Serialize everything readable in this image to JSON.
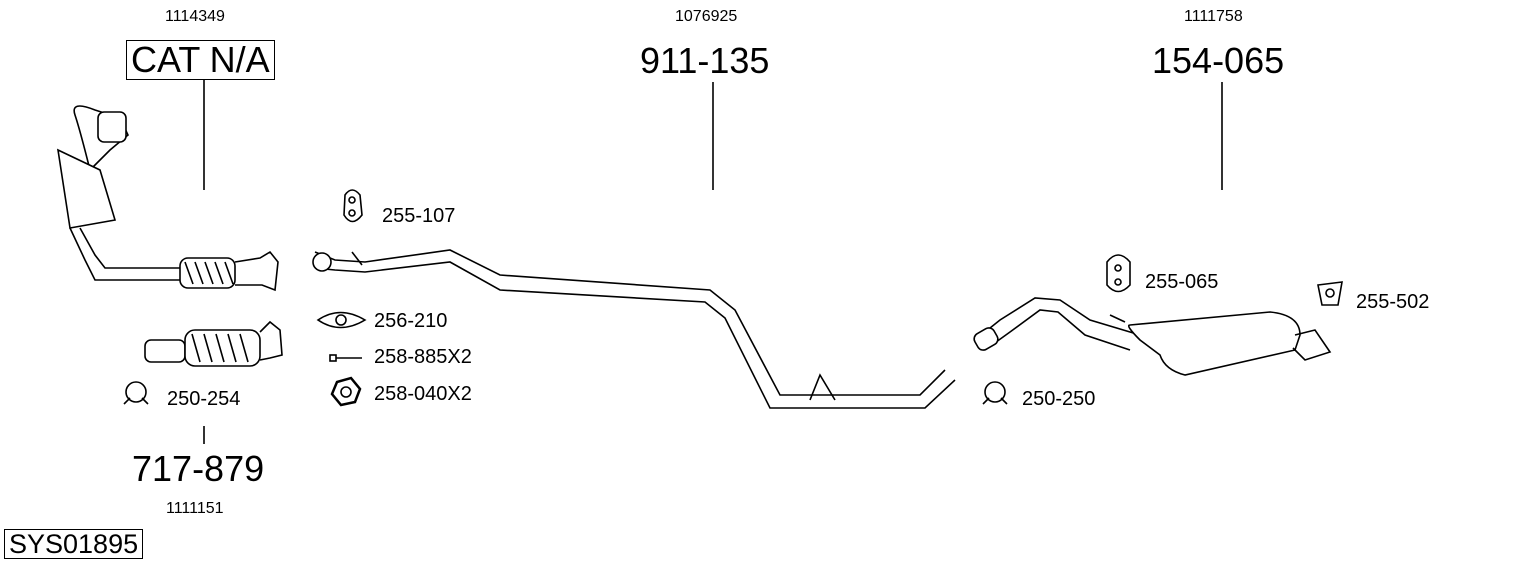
{
  "system_code": "SYS01895",
  "assemblies": [
    {
      "ref": "1114349",
      "part": "CAT N/A"
    },
    {
      "ref": "1076925",
      "part": "911-135"
    },
    {
      "ref": "1111758",
      "part": "154-065"
    },
    {
      "ref": "1111151",
      "part": "717-879"
    }
  ],
  "fittings": [
    {
      "part": "255-107",
      "icon": "rubber-hanger-icon"
    },
    {
      "part": "256-210",
      "icon": "gasket-icon"
    },
    {
      "part": "258-885X2",
      "icon": "bolt-icon"
    },
    {
      "part": "258-040X2",
      "icon": "nut-icon"
    },
    {
      "part": "250-254",
      "icon": "clamp-icon"
    },
    {
      "part": "255-065",
      "icon": "rubber-hanger-icon"
    },
    {
      "part": "255-502",
      "icon": "rubber-hanger-icon"
    },
    {
      "part": "250-250",
      "icon": "clamp-icon"
    }
  ]
}
